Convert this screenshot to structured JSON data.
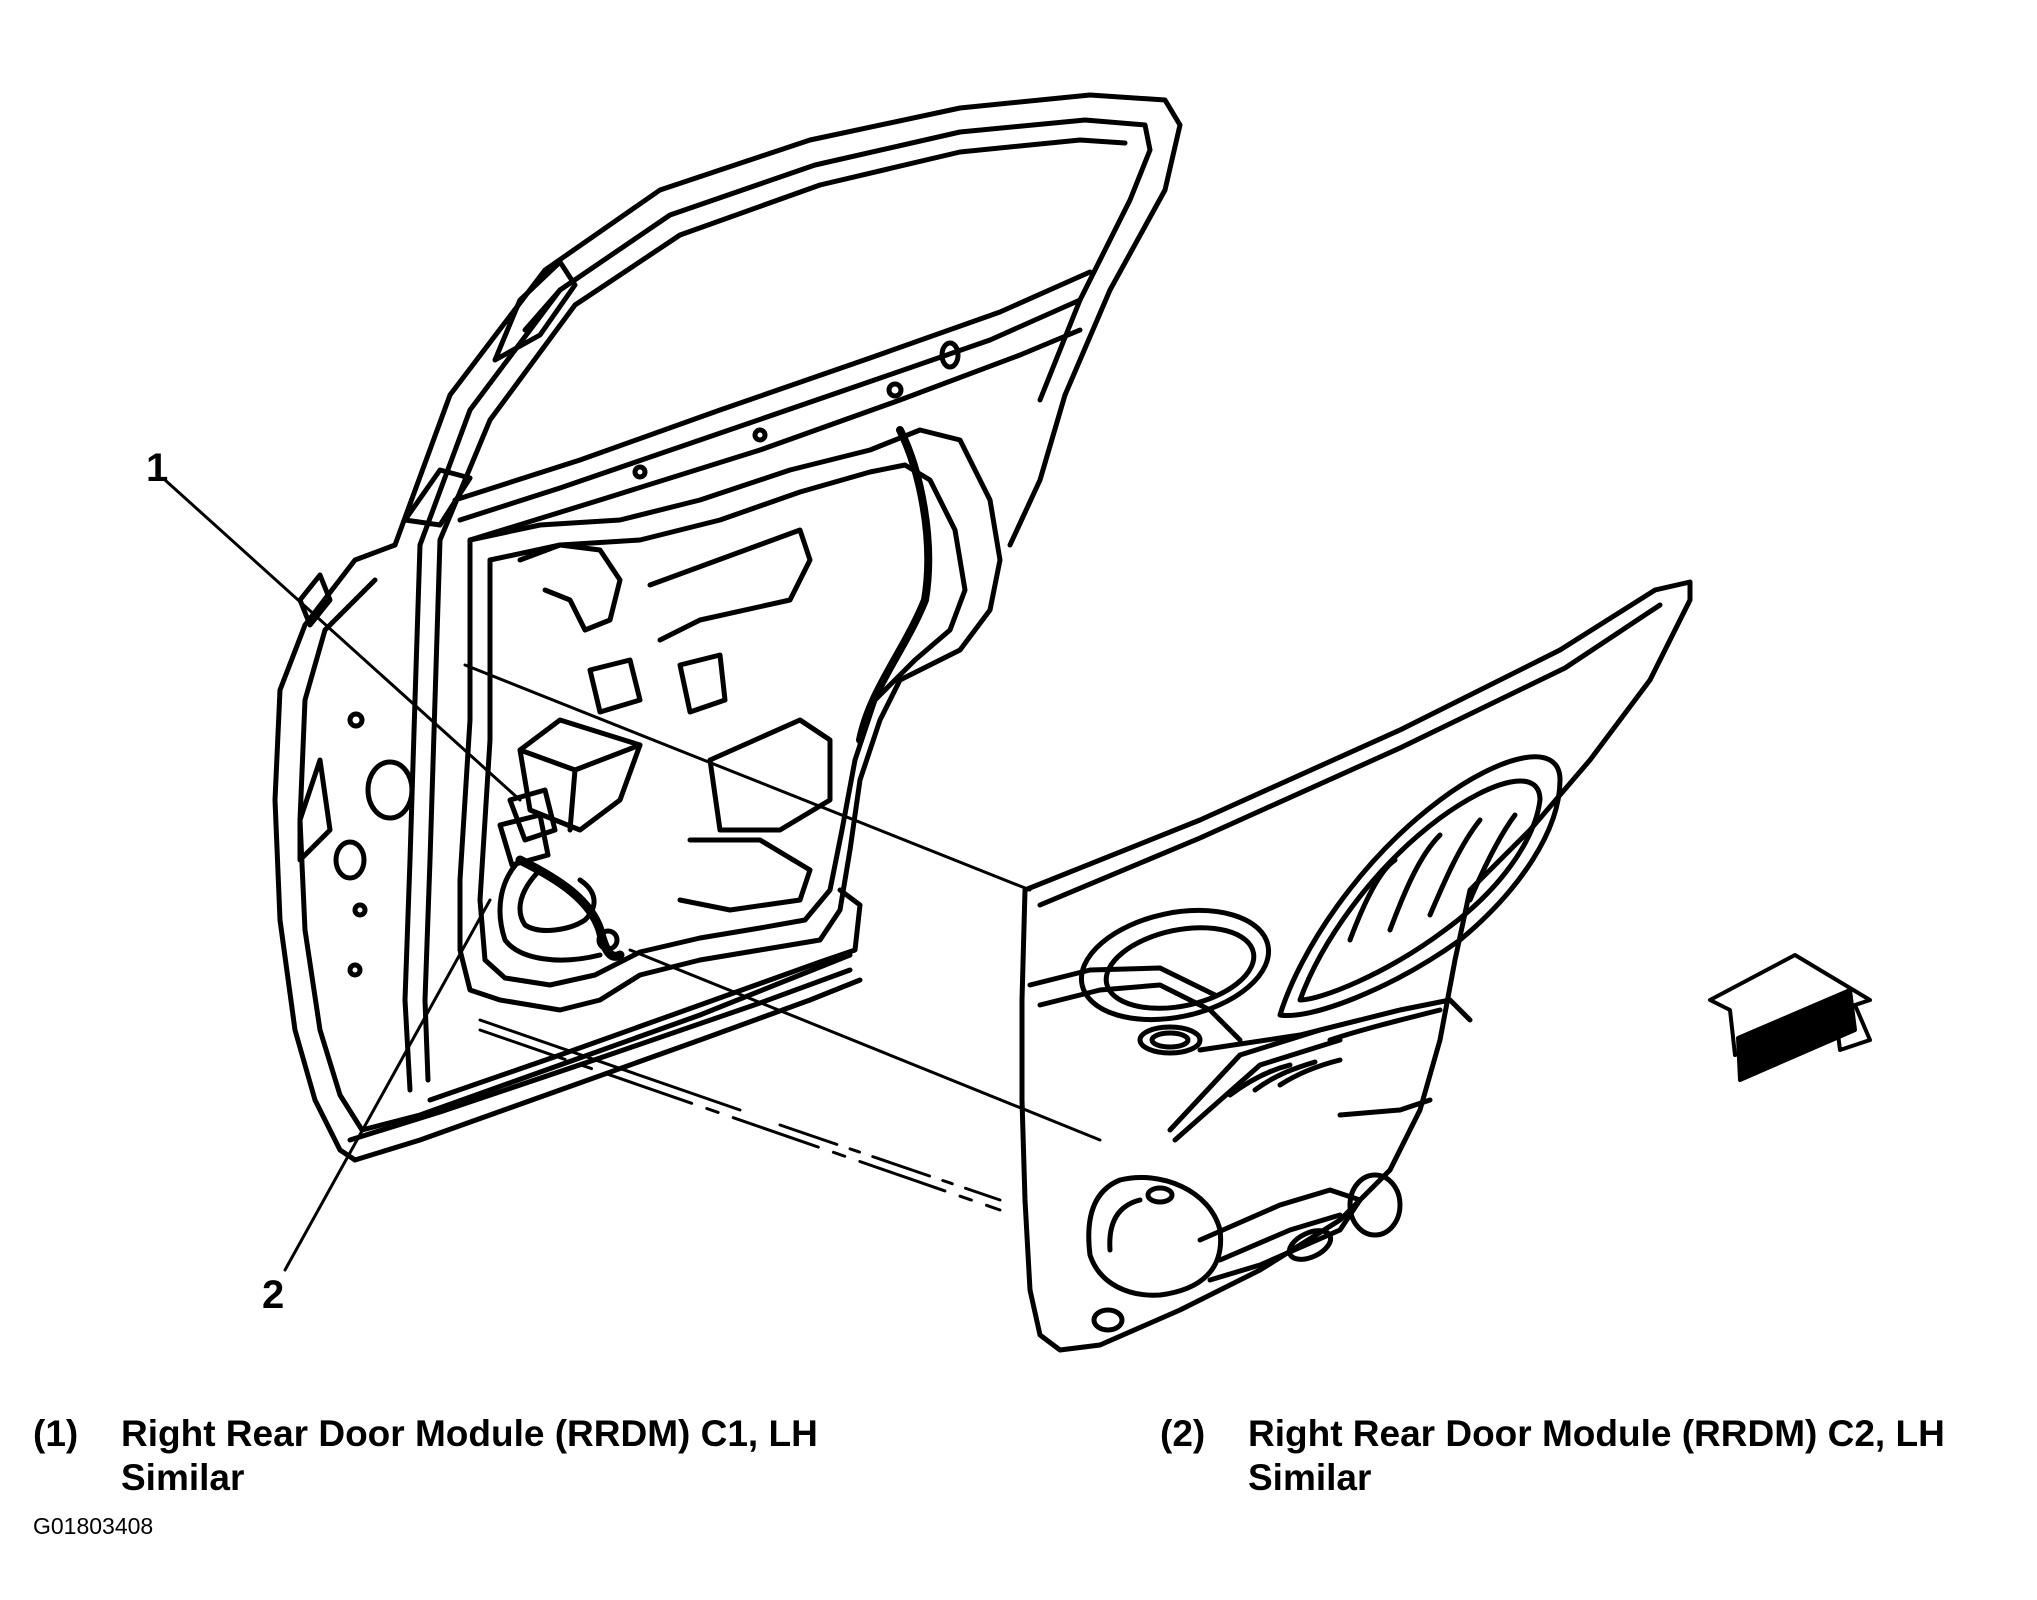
{
  "callouts": {
    "one": "1",
    "two": "2"
  },
  "legend": {
    "item1": {
      "num": "(1)",
      "line1": "Right Rear Door Module (RRDM) C1, LH",
      "line2": "Similar"
    },
    "item2": {
      "num": "(2)",
      "line1": "Right Rear Door Module (RRDM) C2, LH",
      "line2": "Similar"
    }
  },
  "figure_code": "G01803408",
  "icons": {
    "view_arrow": "view-direction-arrow-icon"
  }
}
